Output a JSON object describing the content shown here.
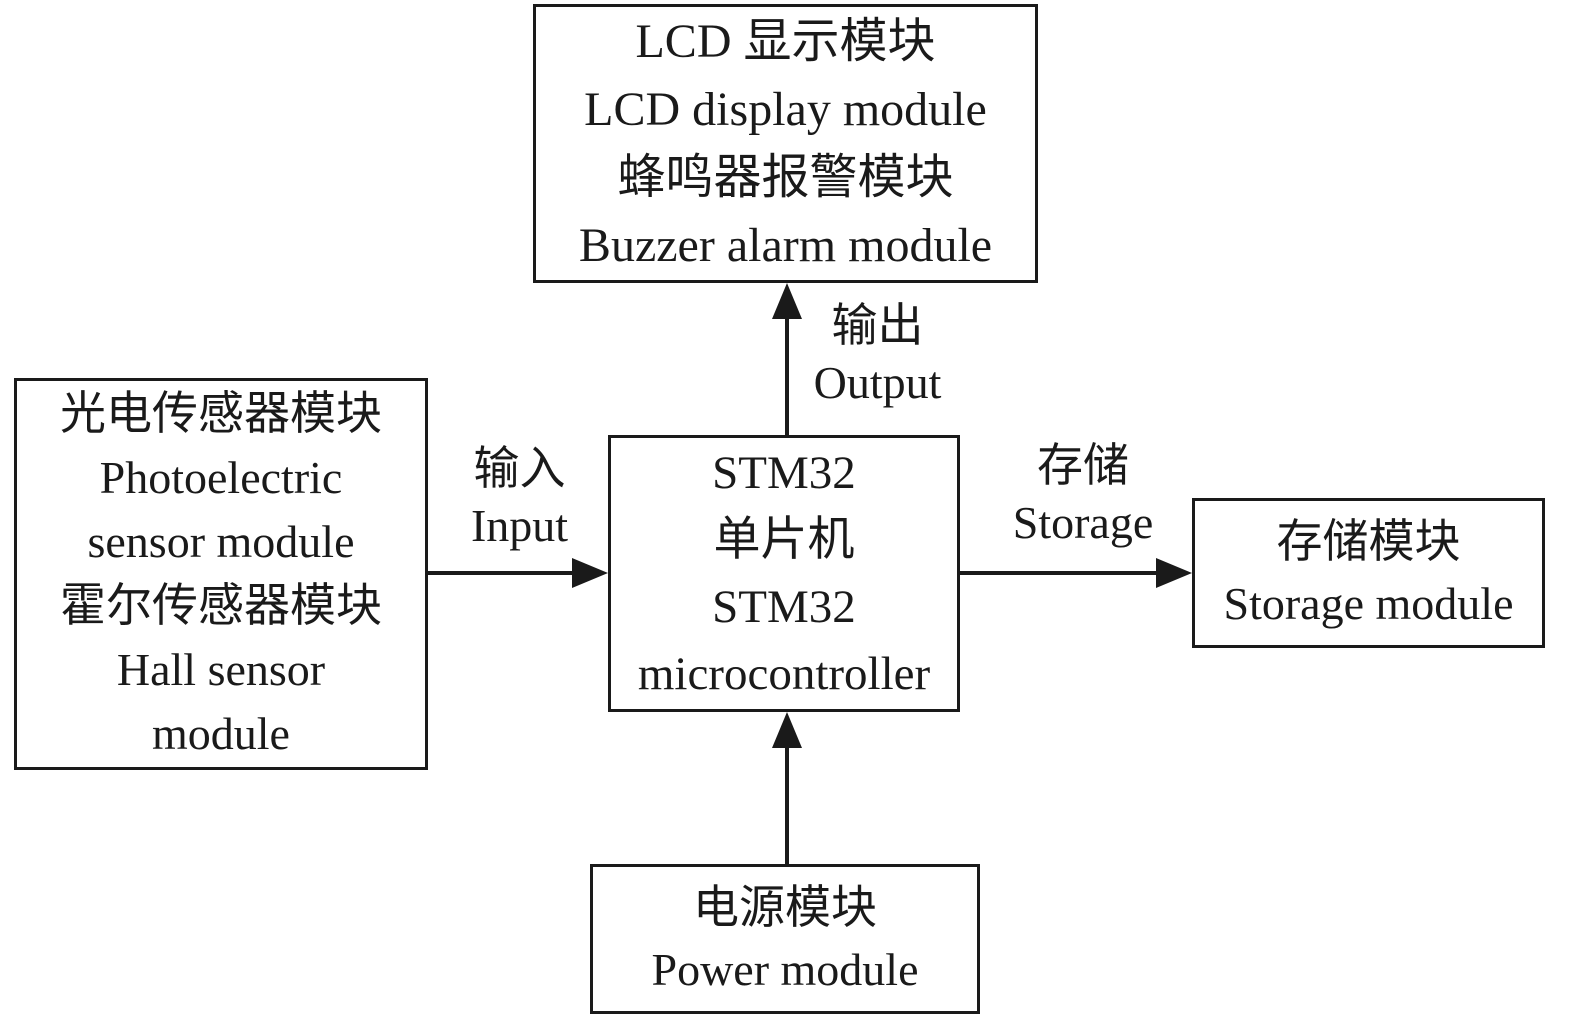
{
  "diagram": {
    "boxes": {
      "lcd_buzzer": {
        "lines": [
          "LCD 显示模块",
          "LCD display module",
          "蜂鸣器报警模块",
          "Buzzer alarm module"
        ]
      },
      "sensor": {
        "lines": [
          "光电传感器模块",
          "Photoelectric",
          "sensor module",
          "霍尔传感器模块",
          "Hall sensor",
          "module"
        ]
      },
      "mcu": {
        "lines": [
          "STM32",
          "单片机",
          "STM32",
          "microcontroller"
        ]
      },
      "storage": {
        "lines": [
          "存储模块",
          "Storage module"
        ]
      },
      "power": {
        "lines": [
          "电源模块",
          "Power module"
        ]
      }
    },
    "labels": {
      "input": {
        "zh": "输入",
        "en": "Input"
      },
      "output": {
        "zh": "输出",
        "en": "Output"
      },
      "storage": {
        "zh": "存储",
        "en": "Storage"
      }
    },
    "colors": {
      "stroke": "#1a1a1a",
      "background": "#ffffff"
    }
  }
}
